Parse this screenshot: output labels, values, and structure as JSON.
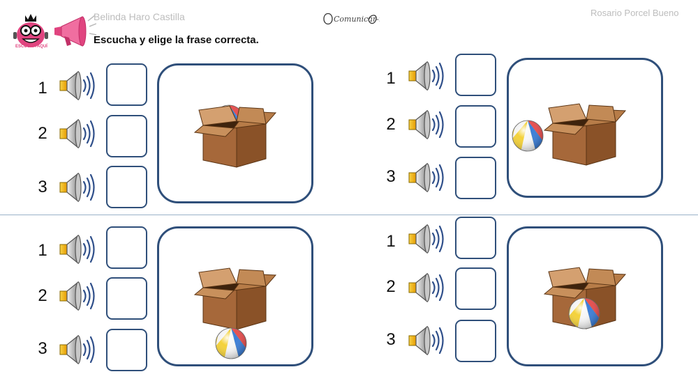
{
  "header": {
    "author_left": "Belinda Haro Castilla",
    "author_right": "Rosario Porcel Bueno",
    "instruction": "Escucha  y  elige la frase correcta.",
    "logo_caption": "ESCUCHA AQUÍ",
    "brand": "Comunicar-nos"
  },
  "exercises": [
    {
      "id": "top-left",
      "ball_position": "in",
      "options": [
        "1",
        "2",
        "3"
      ]
    },
    {
      "id": "top-right",
      "ball_position": "beside",
      "options": [
        "1",
        "2",
        "3"
      ]
    },
    {
      "id": "bottom-left",
      "ball_position": "in-front",
      "options": [
        "1",
        "2",
        "3"
      ]
    },
    {
      "id": "bottom-right",
      "ball_position": "inside-front",
      "options": [
        "1",
        "2",
        "3"
      ]
    }
  ],
  "colors": {
    "box_border": "#2f4f7a",
    "megaphone": "#e0447f",
    "speaker_cone": "#f2b90f"
  },
  "icons": {
    "speaker": "speaker-icon",
    "megaphone": "megaphone-icon",
    "logo": "listen-logo-icon"
  }
}
